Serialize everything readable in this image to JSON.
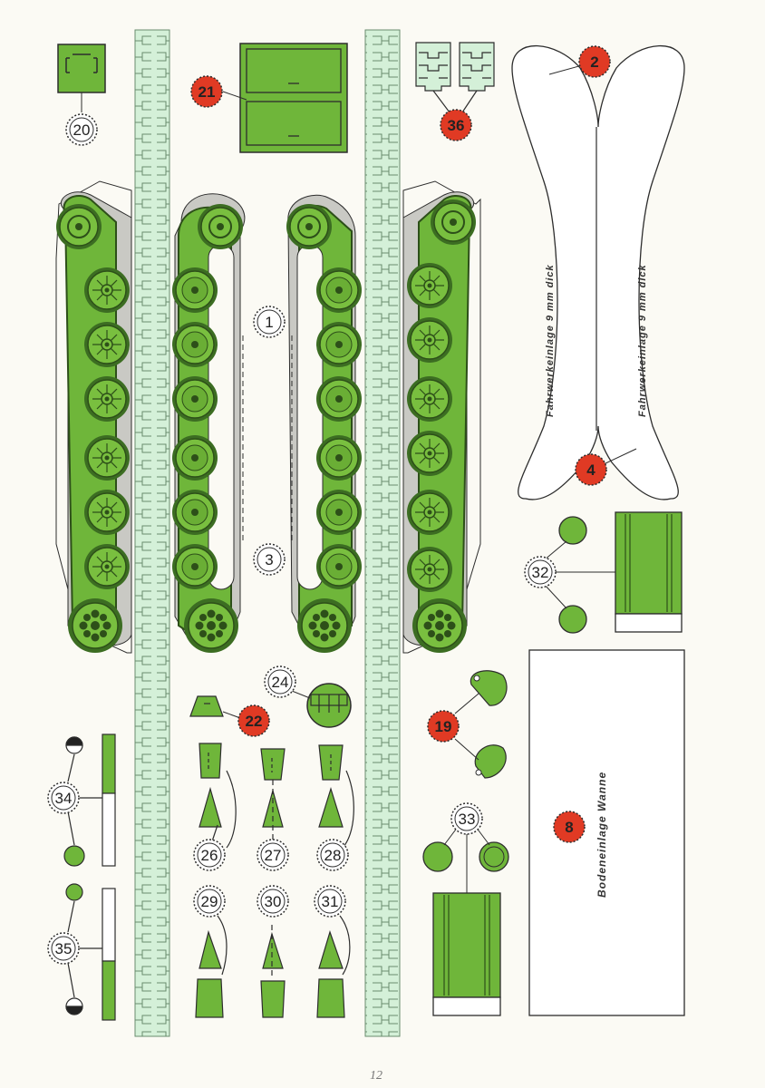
{
  "sheet": {
    "page_number": "12",
    "colors": {
      "green": "#6fb63a",
      "dark_green": "#3f7e1f",
      "track_green": "#d4f0d8",
      "grey": "#c9c9c4",
      "red": "#e03a24",
      "outline": "#2d2d2d",
      "paper": "#fbfaf4"
    }
  },
  "labels": {
    "p1": "1",
    "p2": "2",
    "p3": "3",
    "p4": "4",
    "p8": "8",
    "p19": "19",
    "p20": "20",
    "p21": "21",
    "p22": "22",
    "p24": "24",
    "p26": "26",
    "p27": "27",
    "p28": "28",
    "p29": "29",
    "p30": "30",
    "p31": "31",
    "p32": "32",
    "p33": "33",
    "p34": "34",
    "p35": "35",
    "p36": "36"
  },
  "texts": {
    "fahrwerk_left": "Fahrwerkeinlage  9 mm dick",
    "fahrwerk_right": "Fahrwerkeinlage  9 mm dick",
    "bodeneinlage": "Bodeneinlage Wanne"
  }
}
